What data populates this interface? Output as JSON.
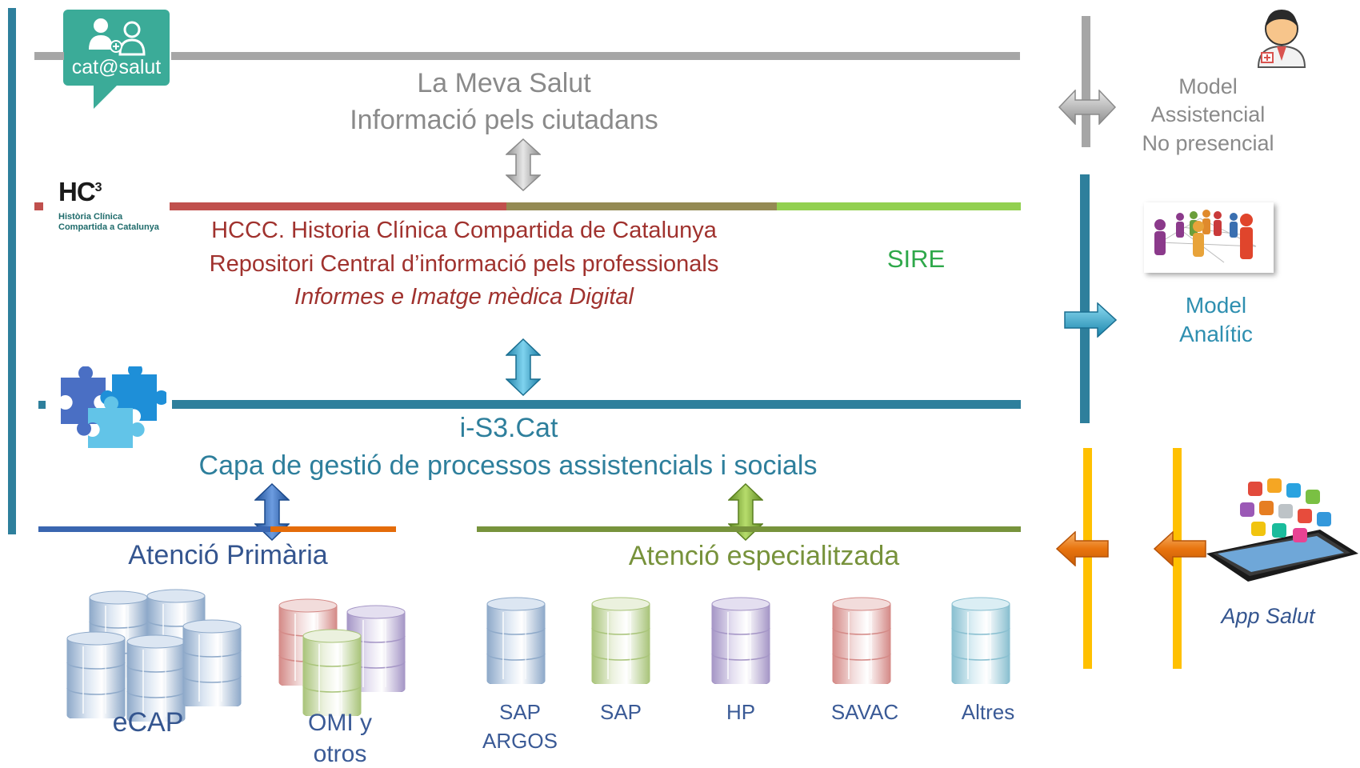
{
  "logos": {
    "catsalut": "cat@salut",
    "hc3_title": "HC",
    "hc3_sup": "3",
    "hc3_sub1": "Història Clínica",
    "hc3_sub2": "Compartida a Catalunya"
  },
  "top": {
    "title": "La Meva Salut",
    "subtitle": "Informació pels ciutadans"
  },
  "hccc": {
    "line1": "HCCC. Historia Clínica Compartida de Catalunya",
    "line2": "Repositori Central d’informació pels professionals",
    "line3": "Informes e Imatge mèdica Digital",
    "sire": "SIRE"
  },
  "is3": {
    "title": "i-S3.Cat",
    "subtitle": "Capa de gestió de processos assistencials  i socials"
  },
  "primaria": {
    "title": "Atenció Primària",
    "ecap": "eCAP",
    "omi_line1": "OMI y",
    "omi_line2": "otros"
  },
  "especialitzada": {
    "title": "Atenció especialitzada",
    "systems": [
      {
        "line1": "SAP",
        "line2": "ARGOS"
      },
      {
        "line1": "SAP",
        "line2": ""
      },
      {
        "line1": "HP",
        "line2": ""
      },
      {
        "line1": "SAVAC",
        "line2": ""
      },
      {
        "line1": "Altres",
        "line2": ""
      }
    ]
  },
  "right": {
    "model_assist_1": "Model",
    "model_assist_2": "Assistencial",
    "model_assist_3": "No presencial",
    "model_analitic_1": "Model",
    "model_analitic_2": "Analític",
    "app_salut": "App Salut"
  },
  "colors": {
    "teal": "#2e7f9c",
    "gray": "#a6a6a6",
    "red": "#c0504d",
    "olive": "#948a54",
    "lightgreen": "#92d050",
    "blue": "#3a66b0",
    "orange": "#e46c0a",
    "green": "#77933c",
    "yellow": "#ffc000"
  }
}
